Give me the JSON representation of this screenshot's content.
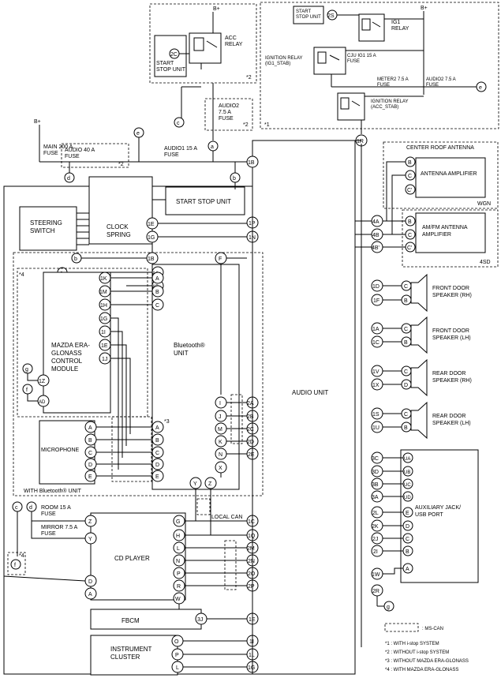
{
  "power": {
    "bplus": "B+"
  },
  "top_left": {
    "acc_relay": "ACC\nRELAY",
    "start_stop_unit": "START\nSTOP UNIT",
    "pin_2c": "2C",
    "note2": "*2"
  },
  "top_right": {
    "start_stop_unit": "START\nSTOP UNIT",
    "pin_2s": "2S",
    "ig1_relay": "IG1\nRELAY",
    "ign_relay_stab": "IGNITION RELAY\n(IG1_STAB)",
    "cju_fuse": "CJU IG1 15 A\nFUSE",
    "meter2_fuse": "METER2 7.5 A\nFUSE",
    "audio2_fuse": "AUDIO2 7.5 A\nFUSE",
    "ign_relay_acc": "IGNITION RELAY\n(ACC_STAB)",
    "note1": "*1",
    "pin_e": "e"
  },
  "mid_fuses": {
    "audio2_fuse": "AUDIO2\n7.5 A\nFUSE",
    "note2": "*2",
    "main_fuse": "MAIN 200 A\nFUSE",
    "audio40_fuse": "AUDIO 40 A\nFUSE",
    "note2b": "*2",
    "audio1_fuse": "AUDIO1 15 A\nFUSE",
    "c": "c",
    "e": "e",
    "a": "a",
    "b": "b",
    "d": "d"
  },
  "modules": {
    "start_stop_unit": "START STOP UNIT",
    "steering_switch": "STEERING\nSWITCH",
    "clock_spring": "CLOCK\nSPRING",
    "mazda_era": "MAZDA ERA-\nGLONASS\nCONTROL\nMODULE",
    "bluetooth_unit": "Bluetooth®\nUNIT",
    "microphone": "MICROPHONE",
    "with_bluetooth": "WITH Bluetooth® UNIT",
    "audio_unit": "AUDIO UNIT",
    "cd_player": "CD PLAYER",
    "fbcm": "FBCM",
    "instrument_cluster": "INSTRUMENT\nCLUSTER",
    "local_can": "LOCAL CAN",
    "room_fuse": "ROOM 15 A\nFUSE",
    "mirror_fuse": "MIRROR 7.5 A\nFUSE",
    "note4": "*4",
    "note3": "*3"
  },
  "right_side": {
    "center_roof_antenna": "CENTER ROOF ANTENNA",
    "antenna_amplifier": "ANTENNA AMPLIFIER",
    "wgn": "WGN",
    "am_fm_amp": "AM/FM ANTENNA\nAMPLIFIER",
    "sd4": "4SD",
    "front_rh": "FRONT DOOR\nSPEAKER (RH)",
    "front_lh": "FRONT DOOR\nSPEAKER (LH)",
    "rear_rh": "REAR DOOR\nSPEAKER (RH)",
    "rear_lh": "REAR DOOR\nSPEAKER (LH)",
    "aux_jack": "AUXILIARY JACK/\nUSB PORT"
  },
  "legend": {
    "ms_can": ": MS-CAN",
    "n1": "*1  : WITH i-stop SYSTEM",
    "n2": "*2  : WITHOUT i-stop SYSTEM",
    "n3": "*3  : WITHOUT MAZDA ERA-GLONASS",
    "n4": "*4  : WITH MAZDA ERA-GLONASS"
  }
}
